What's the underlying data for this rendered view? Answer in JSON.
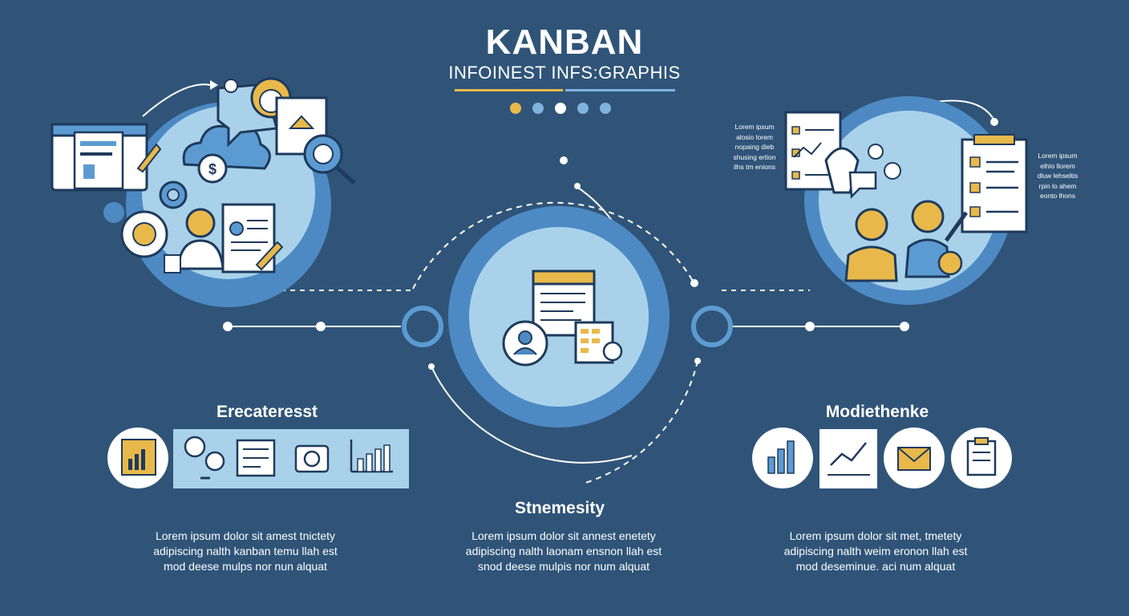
{
  "header": {
    "title": "KANBAN",
    "subtitle": "INFOINEST INFS:GRAPHIS",
    "dot_colors": [
      "#e8b94a",
      "#7fb3dd",
      "#ffffff",
      "#7fb3dd",
      "#7fb3dd"
    ]
  },
  "sections": [
    {
      "heading": "Erecateresst",
      "lines": [
        "Lorem ipsum dolor sit amest tnictety",
        "adipiscing nalth  kanban temu llah est",
        "mod deese mulps nor nun alquat"
      ],
      "icons": [
        "chart-document-icon",
        "speech-magnifier-icon",
        "checklist-document-icon",
        "camera-icon",
        "bar-chart-icon"
      ]
    },
    {
      "heading": "Stnemesity",
      "lines": [
        "Lorem ipsum dolor sit annest enetety",
        "adipiscing nalth laonam ensnon llah est",
        "snod deese mulpis nor num alquat"
      ]
    },
    {
      "heading": "Modiethenke",
      "lines": [
        "Lorem ipsum dolor sit met, tmetety",
        "adipiscing nalth weim eronon llah est",
        "mod deseminue. aci num alquat"
      ],
      "icons": [
        "bar-chart-icon",
        "line-chart-icon",
        "envelope-icon",
        "clipboard-icon"
      ]
    }
  ],
  "side_notes": {
    "left": [
      "Lorem ipsum",
      "alosio lorem",
      "nopaing dieb",
      "shusing ertion",
      "ilhs tm enions"
    ],
    "right": [
      "Lorem ipsum",
      "elhio llorem",
      "dluw lehseltis",
      "rpin lo ahem",
      "eonto lhons"
    ]
  },
  "colors": {
    "background": "#2f5478",
    "circle_light": "#a9d2ea",
    "circle_mid": "#5c9bd1",
    "accent_yellow": "#e8b94a",
    "outline": "#1e3a5c"
  }
}
